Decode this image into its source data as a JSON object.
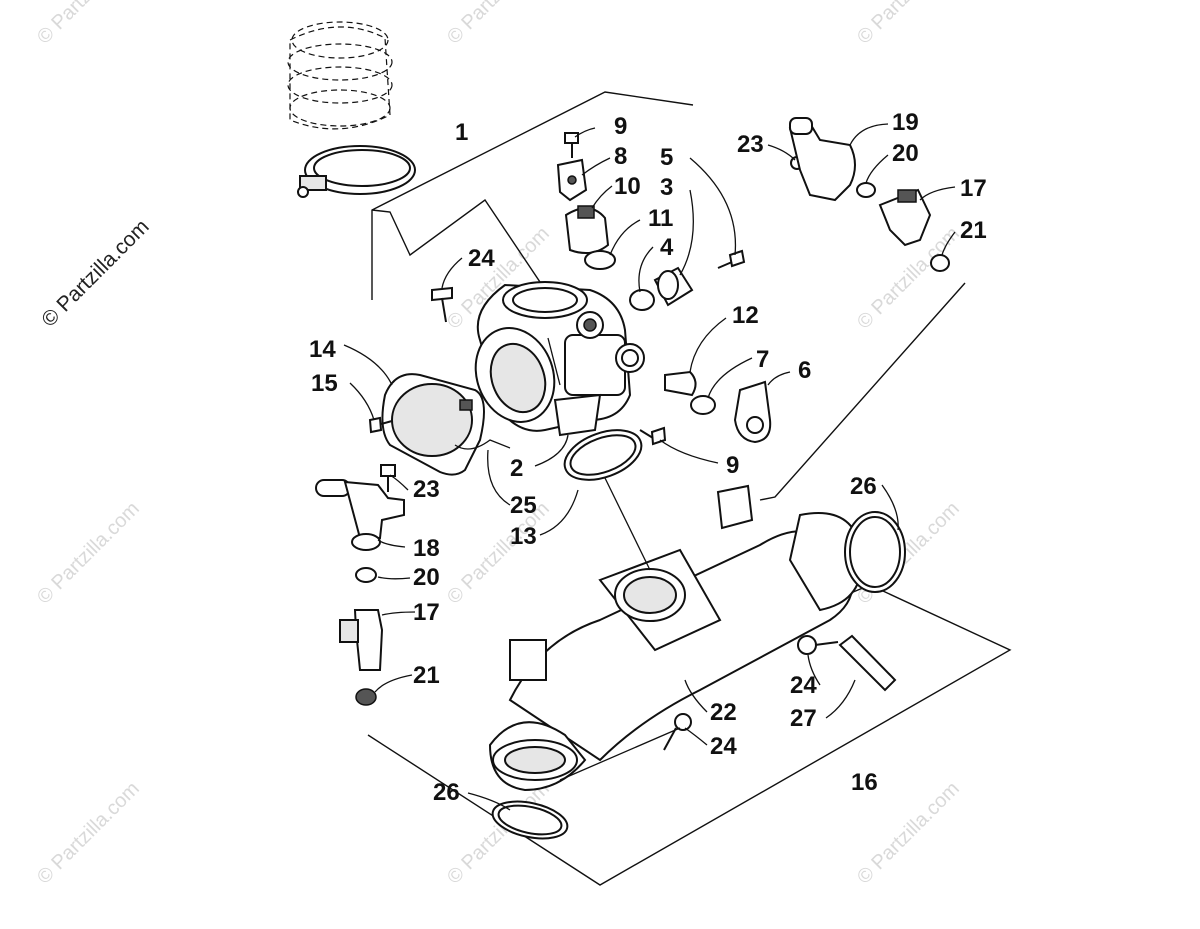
{
  "watermark": {
    "tile_text": "© Partzilla.com",
    "side_text": "© Partzilla.com"
  },
  "callouts": [
    {
      "id": "c1",
      "text": "1"
    },
    {
      "id": "c9a",
      "text": "9"
    },
    {
      "id": "c8",
      "text": "8"
    },
    {
      "id": "c10",
      "text": "10"
    },
    {
      "id": "c11",
      "text": "11"
    },
    {
      "id": "c5",
      "text": "5"
    },
    {
      "id": "c3",
      "text": "3"
    },
    {
      "id": "c4",
      "text": "4"
    },
    {
      "id": "c24a",
      "text": "24"
    },
    {
      "id": "c23a",
      "text": "23"
    },
    {
      "id": "c19",
      "text": "19"
    },
    {
      "id": "c20a",
      "text": "20"
    },
    {
      "id": "c17a",
      "text": "17"
    },
    {
      "id": "c21a",
      "text": "21"
    },
    {
      "id": "c12",
      "text": "12"
    },
    {
      "id": "c7",
      "text": "7"
    },
    {
      "id": "c6",
      "text": "6"
    },
    {
      "id": "c9b",
      "text": "9"
    },
    {
      "id": "c14",
      "text": "14"
    },
    {
      "id": "c15",
      "text": "15"
    },
    {
      "id": "c2",
      "text": "2"
    },
    {
      "id": "c25",
      "text": "25"
    },
    {
      "id": "c13",
      "text": "13"
    },
    {
      "id": "c23b",
      "text": "23"
    },
    {
      "id": "c18",
      "text": "18"
    },
    {
      "id": "c20b",
      "text": "20"
    },
    {
      "id": "c17b",
      "text": "17"
    },
    {
      "id": "c21b",
      "text": "21"
    },
    {
      "id": "c26a",
      "text": "26"
    },
    {
      "id": "c24b",
      "text": "24"
    },
    {
      "id": "c27",
      "text": "27"
    },
    {
      "id": "c22",
      "text": "22"
    },
    {
      "id": "c24c",
      "text": "24"
    },
    {
      "id": "c16",
      "text": "16"
    },
    {
      "id": "c26b",
      "text": "26"
    }
  ]
}
